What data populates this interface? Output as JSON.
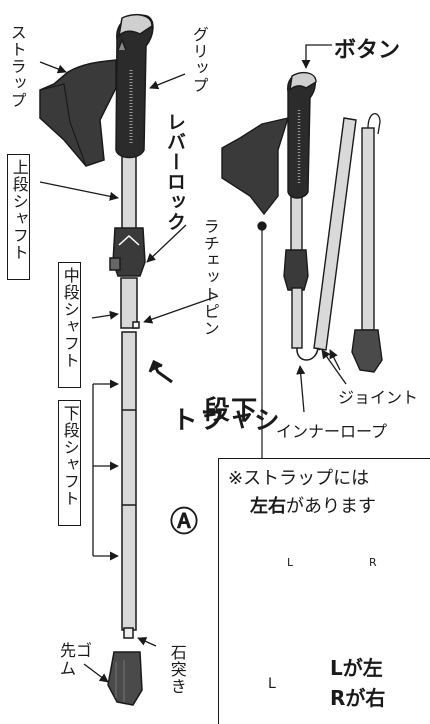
{
  "labels": {
    "strap": "ストラップ",
    "grip": "グリップ",
    "upper_shaft": "上段シャフト",
    "lever_lock": "レバーロック",
    "ratchet_pin": "ラチェットピン",
    "middle_shaft": "中段シャフト",
    "lower_shaft_small": "下段シャフト",
    "lower_shaft_big_line1": "下段",
    "lower_shaft_big_line2": "シャフト",
    "circled_a": "Ⓐ",
    "stone_tip": "石突き",
    "rubber_tip": "先ゴム",
    "button": "ボタン",
    "joint": "ジョイント",
    "inner_rope": "インナーロープ"
  },
  "note": {
    "line1": "※ストラップには",
    "line2_bold": "左右",
    "line2_rest": "があります",
    "left_glove_mark": "L",
    "right_glove_mark": "R",
    "zoom_mark": "L",
    "lr_line1": "Lが左",
    "lr_line2": "Rが右"
  },
  "colors": {
    "outline": "#1a1a1a",
    "shaft": "#d9d9d9",
    "grip": "#2b2b2b",
    "strap": "#3a3a3a"
  }
}
